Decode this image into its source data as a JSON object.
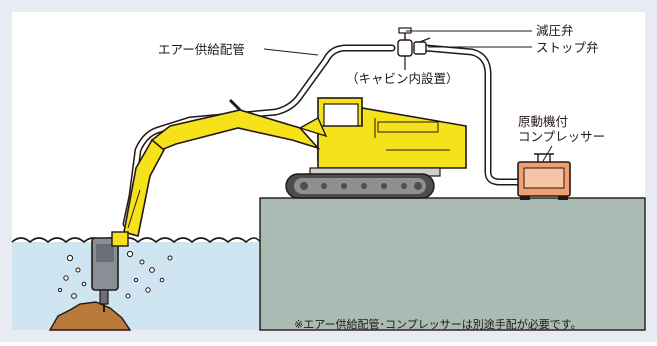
{
  "labels": {
    "air_pipe": "エアー供給配管",
    "cabin": "（キャビン内設置）",
    "reducing_valve": "減圧弁",
    "stop_valve": "ストップ弁",
    "compressor_line1": "原動機付",
    "compressor_line2": "コンプレッサー"
  },
  "note": "※エアー供給配管･コンプレッサーは別途手配が必要です。",
  "colors": {
    "excavator_yellow": "#f5e21b",
    "compressor": "#f0a070",
    "ground": "#a9bbb3",
    "water": "#cfe6f2",
    "rock": "#b97a3c",
    "frame": "#e8eaf4",
    "outline": "#231815"
  }
}
